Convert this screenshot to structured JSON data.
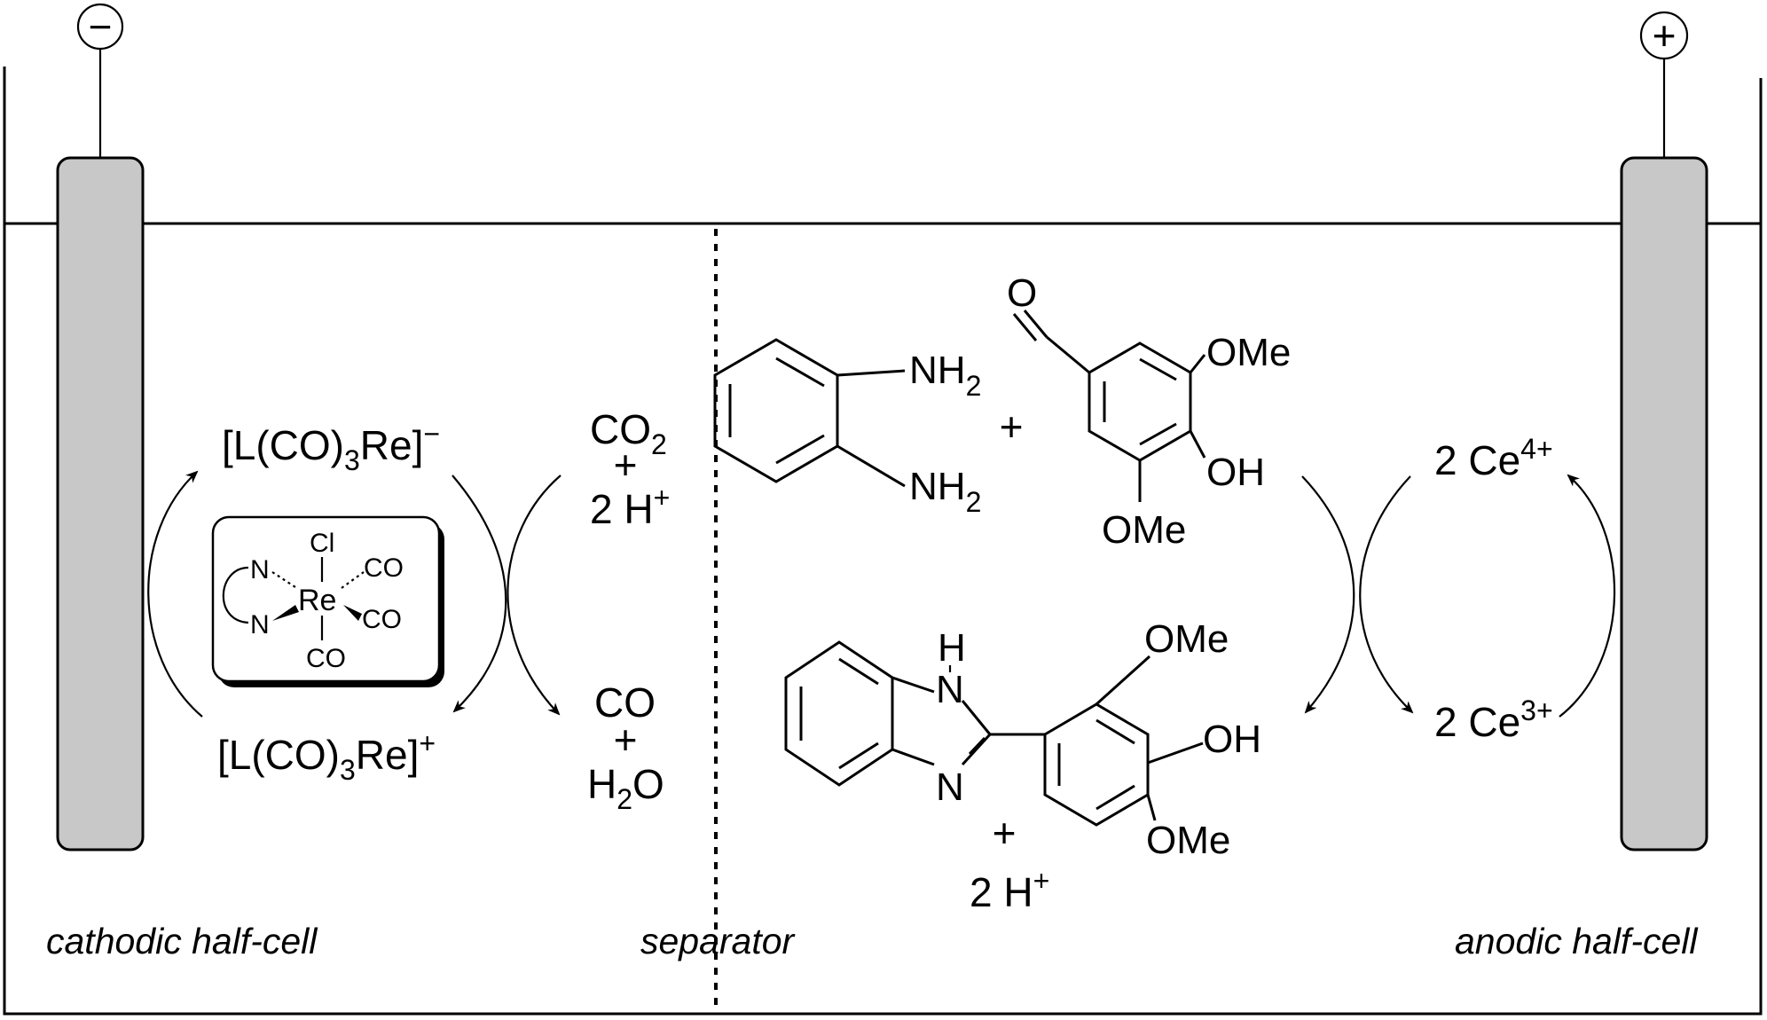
{
  "electrodes": {
    "cathode_sign": "−",
    "anode_sign": "+",
    "electrode_fill": "#c8c8c8"
  },
  "labels": {
    "cathodic": "cathodic half-cell",
    "separator": "separator",
    "anodic": "anodic half-cell"
  },
  "cathode_cycle": {
    "reduced_prefix": "[L(CO)",
    "reduced_sub": "3",
    "reduced_suffix": "Re]",
    "reduced_charge": "−",
    "oxidized_prefix": "[L(CO)",
    "oxidized_sub": "3",
    "oxidized_suffix": "Re]",
    "oxidized_charge": "+"
  },
  "catalyst": {
    "metal": "Re",
    "cl": "Cl",
    "n_top": "N",
    "n_bottom": "N",
    "co_1": "CO",
    "co_2": "CO",
    "co_3": "CO"
  },
  "co2_reduction": {
    "reactant_co2": "CO",
    "reactant_co2_sub": "2",
    "plus_1": "+",
    "reactant_h_coef": "2 H",
    "reactant_h_charge": "+",
    "product_co": "CO",
    "plus_2": "+",
    "product_h2o_h": "H",
    "product_h2o_sub": "2",
    "product_h2o_o": "O"
  },
  "anode_reactants": {
    "nh2_top": "NH",
    "nh2_top_sub": "2",
    "nh2_bottom": "NH",
    "nh2_bottom_sub": "2",
    "plus": "+",
    "aldehyde_o": "O",
    "ome_top": "OMe",
    "oh": "OH",
    "ome_bottom": "OMe"
  },
  "anode_products": {
    "nh_h": "H",
    "nh_n": "N",
    "n_lower": "N",
    "ome_top": "OMe",
    "oh": "OH",
    "ome_bottom": "OMe",
    "plus": "+",
    "h_coef": "2 H",
    "h_charge": "+"
  },
  "anode_cycle": {
    "ce4_coef": "2 Ce",
    "ce4_charge": "4+",
    "ce3_coef": "2 Ce",
    "ce3_charge": "3+"
  }
}
